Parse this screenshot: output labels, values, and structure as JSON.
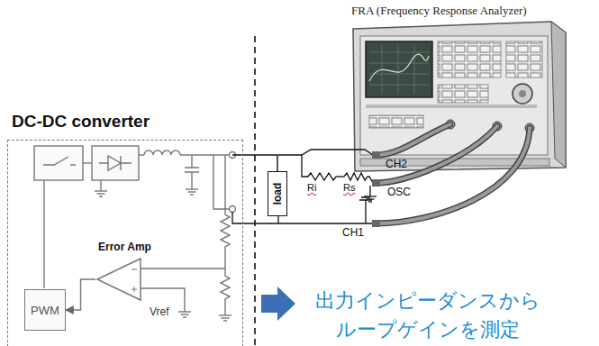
{
  "diagram": {
    "nodes": [
      {
        "text": [
          "FRA (Frequency Response Analyzer)"
        ]
      },
      {
        "text": [
          "DC-DC converter"
        ]
      },
      {
        "text": [
          "Error Amp"
        ],
        "in": 1
      },
      {
        "text": [
          "PWM"
        ],
        "in": 1
      },
      {
        "text": [
          "load"
        ]
      }
    ],
    "edges": [
      {
        "from": 2,
        "to": 3,
        "arrow": "to"
      },
      {
        "from": 1,
        "to": 4,
        "arrow": "none"
      }
    ],
    "labels": [
      "Ri",
      "Rs",
      "CH2",
      "OSC",
      "CH1",
      "Vref",
      "出力インピーダンスから ループゲインを測定"
    ]
  }
}
